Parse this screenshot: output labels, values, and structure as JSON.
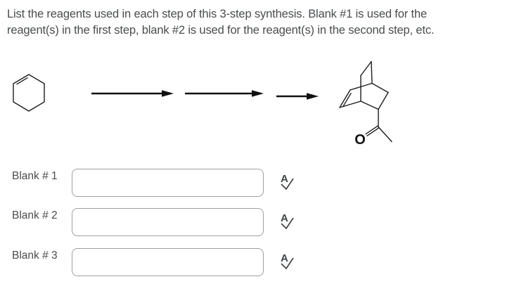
{
  "question": {
    "lines": [
      "List the reagents used in each step of this 3-step synthesis. Blank #1 is used for the",
      "reagent(s) in the first step, blank #2 is used for the reagent(s) in the second step, etc."
    ]
  },
  "scheme": {
    "reactant_name": "cyclohexene-structure",
    "product_name": "bicyclo-2-2-2-oct-5-ene-methyl-ketone-structure",
    "arrow_count": 3,
    "carbonyl_label": "O"
  },
  "blanks": [
    {
      "label": "Blank # 1",
      "value": ""
    },
    {
      "label": "Blank # 2",
      "value": ""
    },
    {
      "label": "Blank # 3",
      "value": ""
    }
  ],
  "icons": {
    "spellcheck_letter": "A"
  },
  "colors": {
    "text": "#494c4e",
    "structure": "#1c1c1c",
    "arrow": "#111111",
    "input_border": "#9aa0a3",
    "background": "#ffffff"
  }
}
